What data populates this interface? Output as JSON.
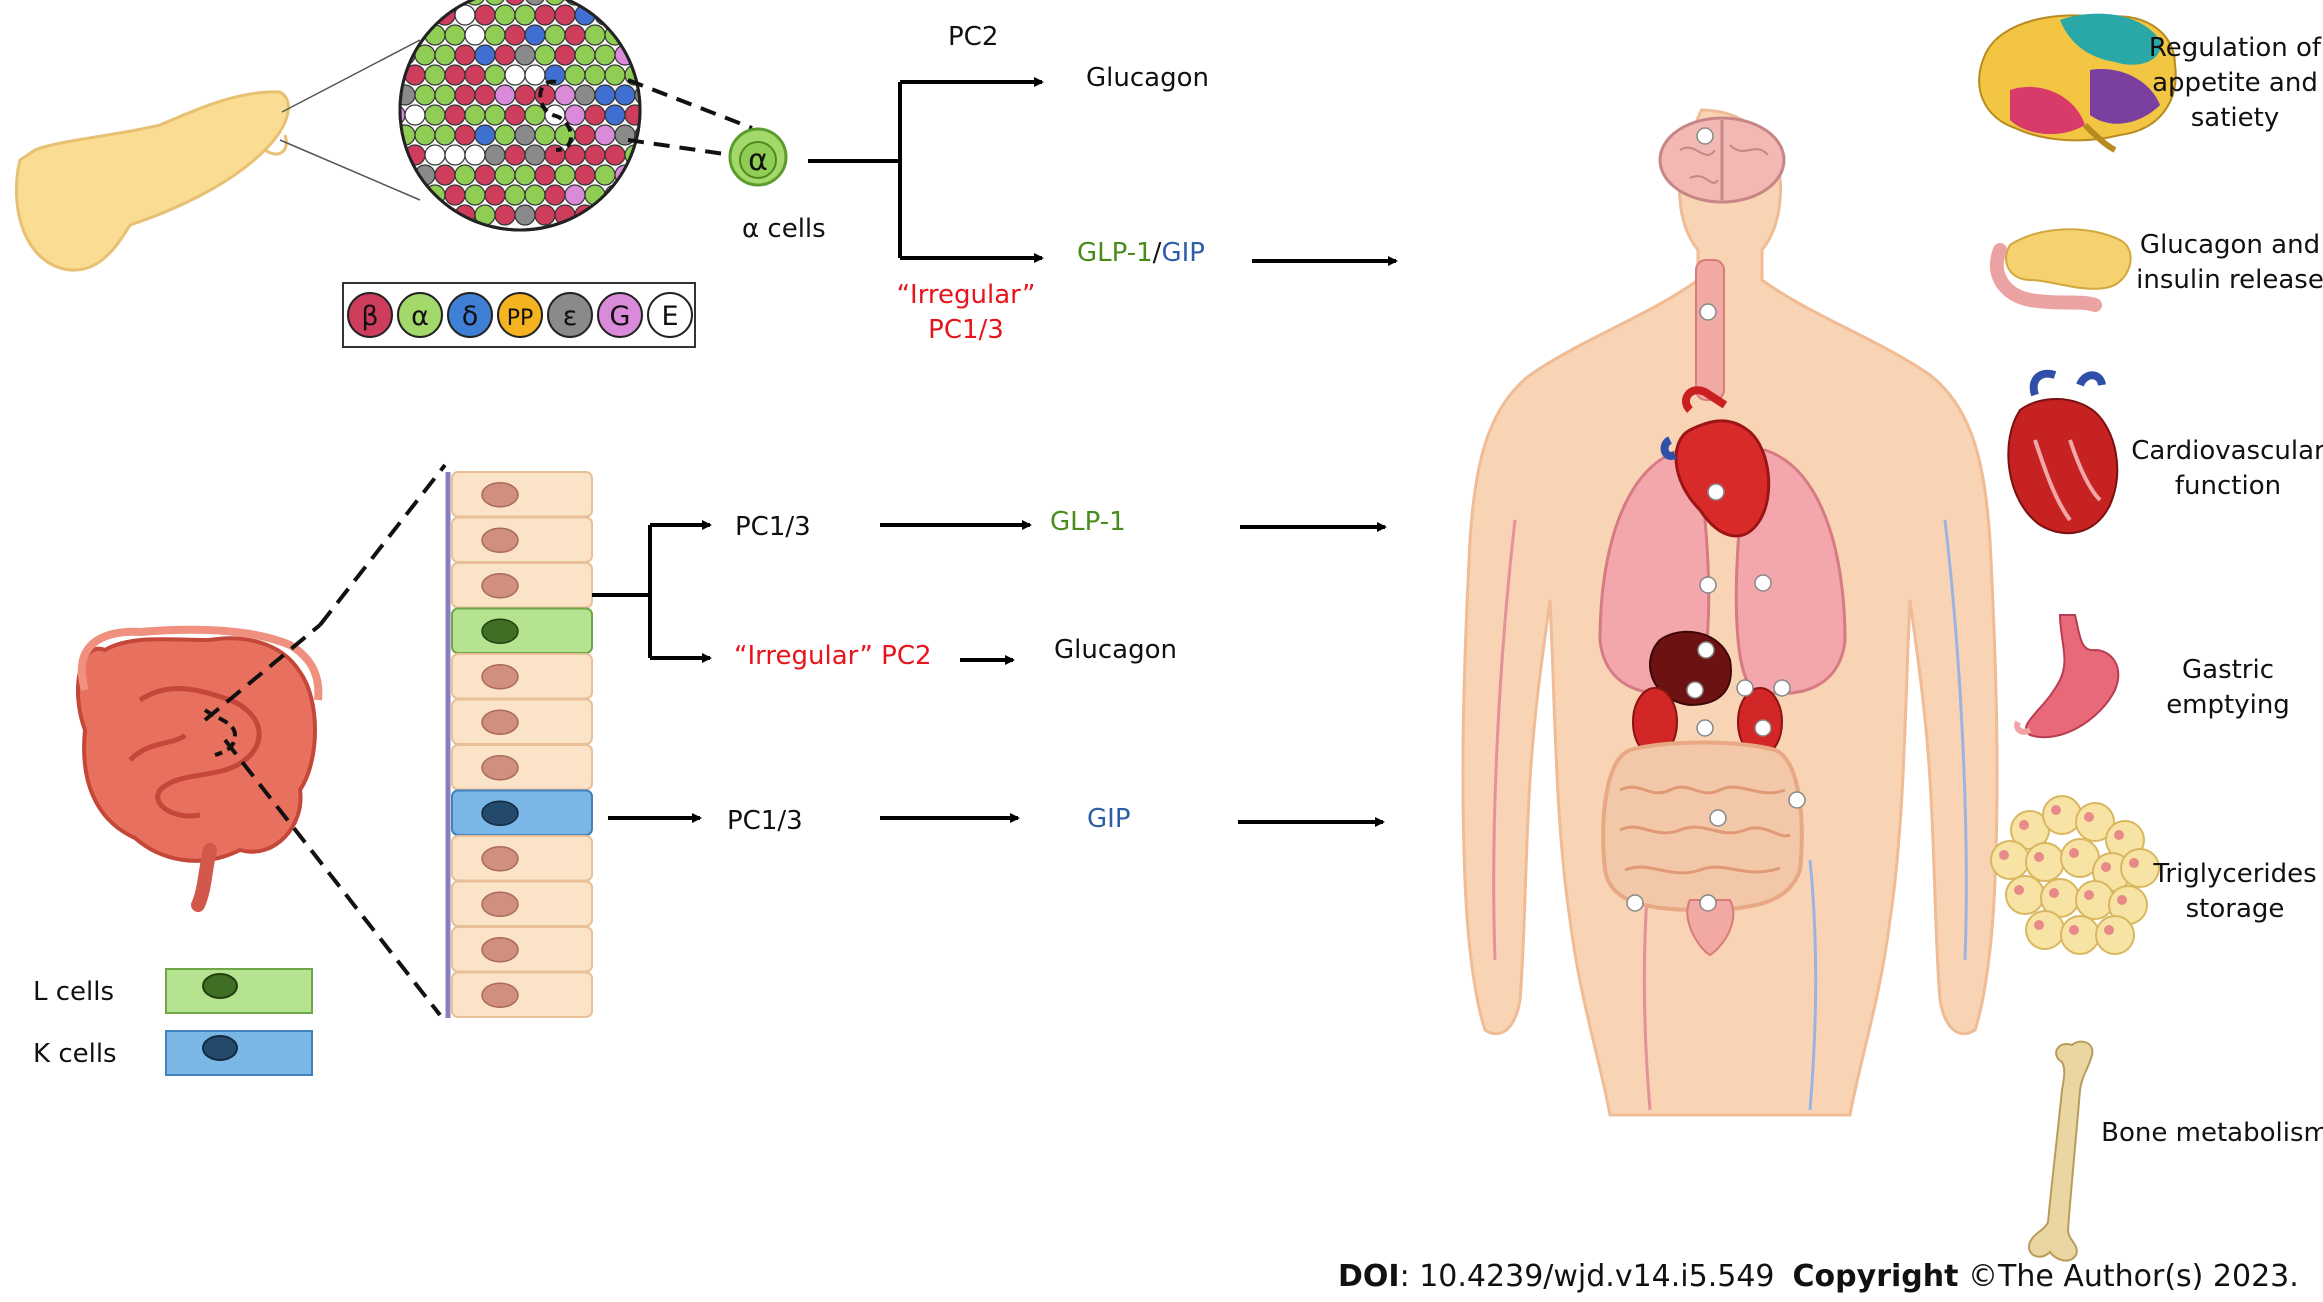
{
  "islet": {
    "cell_legend": [
      "β",
      "α",
      "δ",
      "PP",
      "ε",
      "G",
      "E"
    ],
    "alpha_badge": "α",
    "alpha_label": "α cells"
  },
  "pancreas_paths": {
    "pc2": "PC2",
    "glucagon": "Glucagon",
    "glp1": "GLP-1",
    "slash": "/",
    "gip": "GIP",
    "irregular": "“Irregular”",
    "pc13": "PC1/3"
  },
  "gut_paths": {
    "pc13_a": "PC1/3",
    "glp1": "GLP-1",
    "irregular_pc2": "“Irregular” PC2",
    "glucagon": "Glucagon",
    "pc13_b": "PC1/3",
    "gip": "GIP"
  },
  "legend": {
    "l_cells": "L cells",
    "k_cells": "K cells"
  },
  "effects": [
    {
      "lines": [
        "Regulation of",
        "appetite and",
        "satiety"
      ],
      "icon": "brain-icon"
    },
    {
      "lines": [
        "Glucagon and",
        "insulin release"
      ],
      "icon": "pancreas-icon"
    },
    {
      "lines": [
        "Cardiovascular",
        "function"
      ],
      "icon": "heart-icon"
    },
    {
      "lines": [
        "Gastric",
        "emptying"
      ],
      "icon": "stomach-icon"
    },
    {
      "lines": [
        "Triglycerides",
        "storage"
      ],
      "icon": "adipocytes-icon"
    },
    {
      "lines": [
        "Bone metabolism"
      ],
      "icon": "bone-icon"
    }
  ],
  "footer": {
    "doi_label": "DOI",
    "doi_value": ": 10.4239/wjd.v14.i5.549",
    "copyright_label": "Copyright",
    "copyright_value": " ©The Author(s) 2023."
  },
  "colors": {
    "glp1": "#4a8c1c",
    "gip": "#2e5fa6",
    "irregular": "#e8141b",
    "l_cell": "#b6e38f",
    "k_cell": "#7ab6e6"
  }
}
